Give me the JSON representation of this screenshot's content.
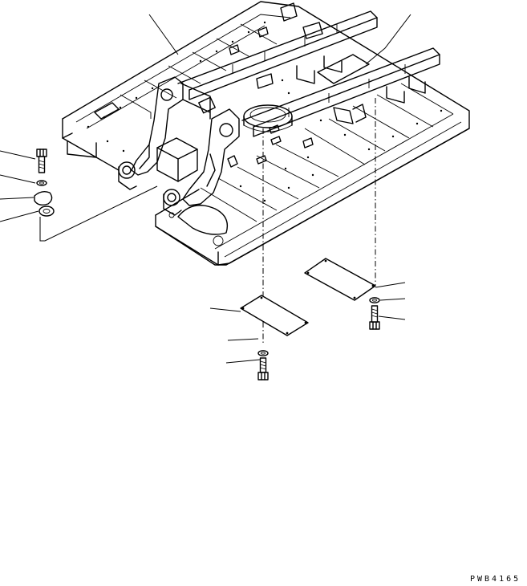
{
  "drawing": {
    "code": "PWB4165",
    "parts": [
      "frame-assembly",
      "lower-cover-rear",
      "lower-cover-front",
      "bolt",
      "washer",
      "shim"
    ]
  }
}
